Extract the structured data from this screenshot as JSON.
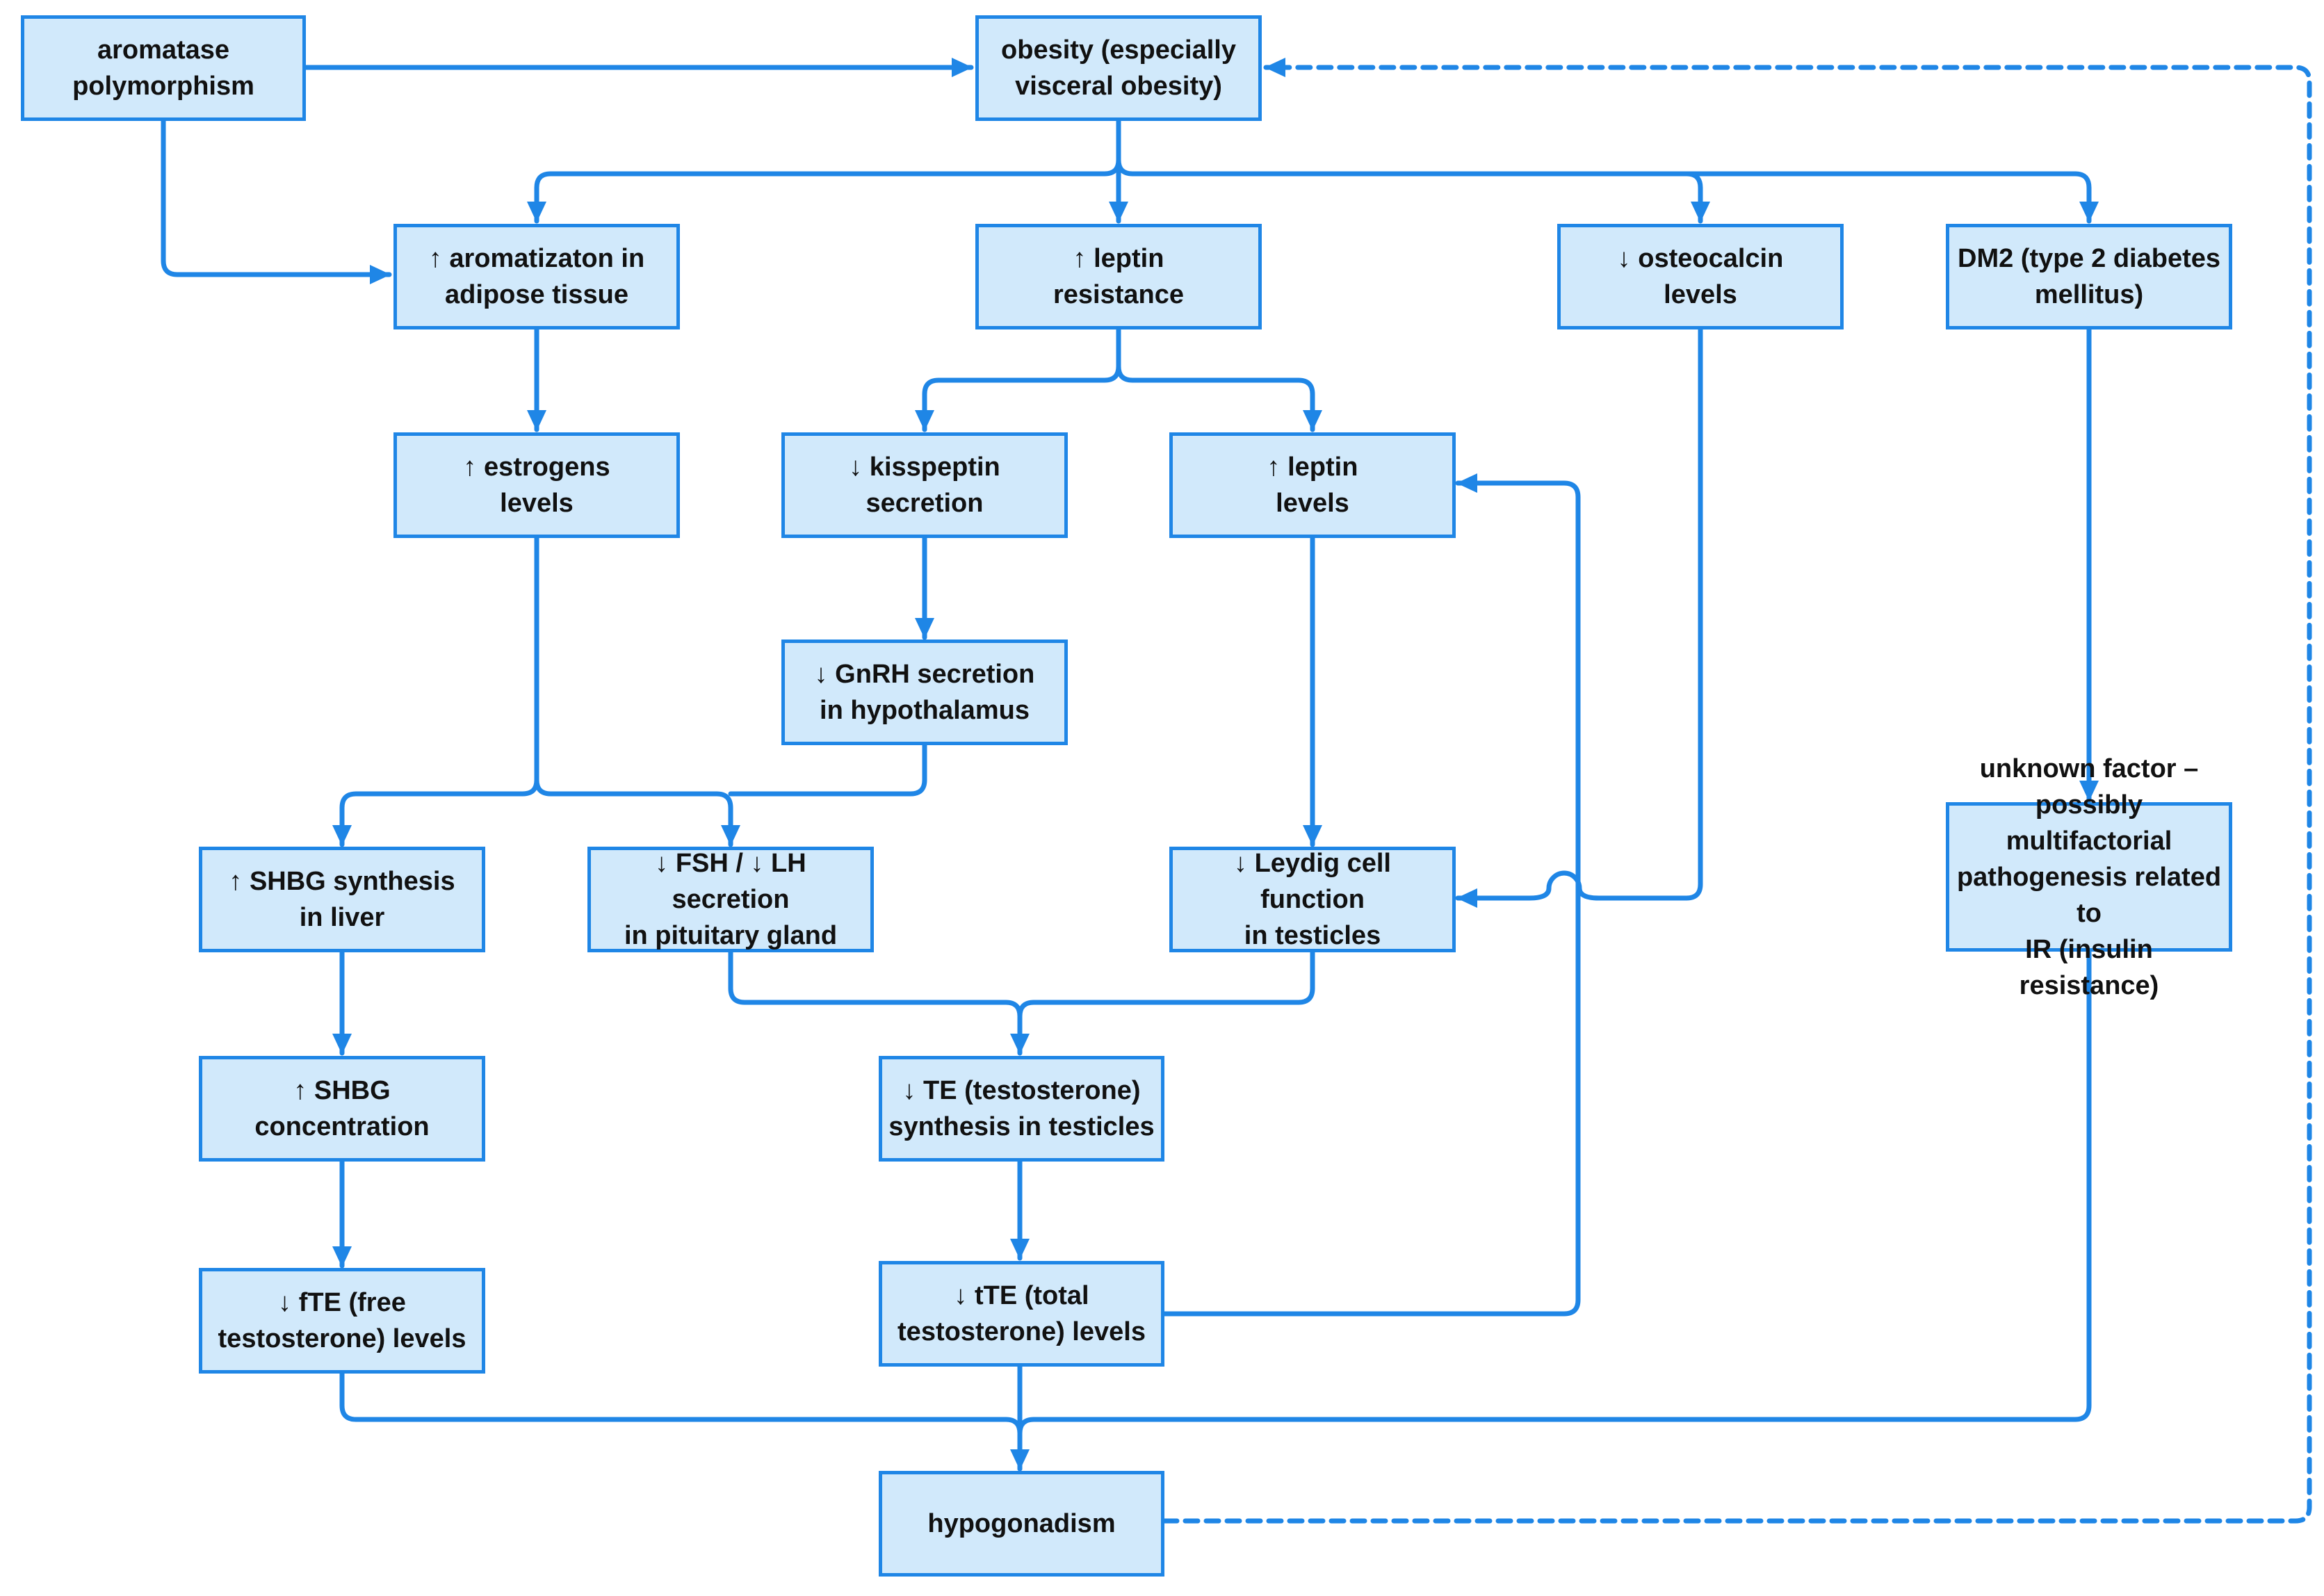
{
  "colors": {
    "box_fill": "#d1e9fb",
    "box_border": "#1f86e6",
    "arrow": "#1f86e6",
    "text": "#111111"
  },
  "nodes": {
    "aromatase": "aromatase\npolymorphism",
    "obesity": "obesity (especially\nvisceral obesity)",
    "aromatization": "↑ aromatizaton in\nadipose tissue",
    "leptin_resistance": "↑ leptin\nresistance",
    "osteocalcin": "↓ osteocalcin\nlevels",
    "dm2": "DM2 (type 2 diabetes\nmellitus)",
    "estrogens": "↑ estrogens\nlevels",
    "kisspeptin": "↓ kisspeptin\nsecretion",
    "leptin_levels": "↑ leptin\nlevels",
    "gnrh": "↓ GnRH secretion\nin hypothalamus",
    "shbg_synthesis": "↑ SHBG synthesis\nin liver",
    "fsh_lh": "↓ FSH / ↓ LH secretion\nin pituitary gland",
    "leydig": "↓ Leydig cell function\nin testicles",
    "unknown_factor": "unknown factor –\npossibly multifactorial\npathogenesis related to\nIR (insulin resistance)",
    "shbg_concentration": "↑ SHBG\nconcentration",
    "te_synthesis": "↓ TE (testosterone)\nsynthesis in testicles",
    "fte": "↓ fTE (free\ntestosterone) levels",
    "tte": "↓ tTE (total\ntestosterone) levels",
    "hypogonadism": "hypogonadism"
  }
}
